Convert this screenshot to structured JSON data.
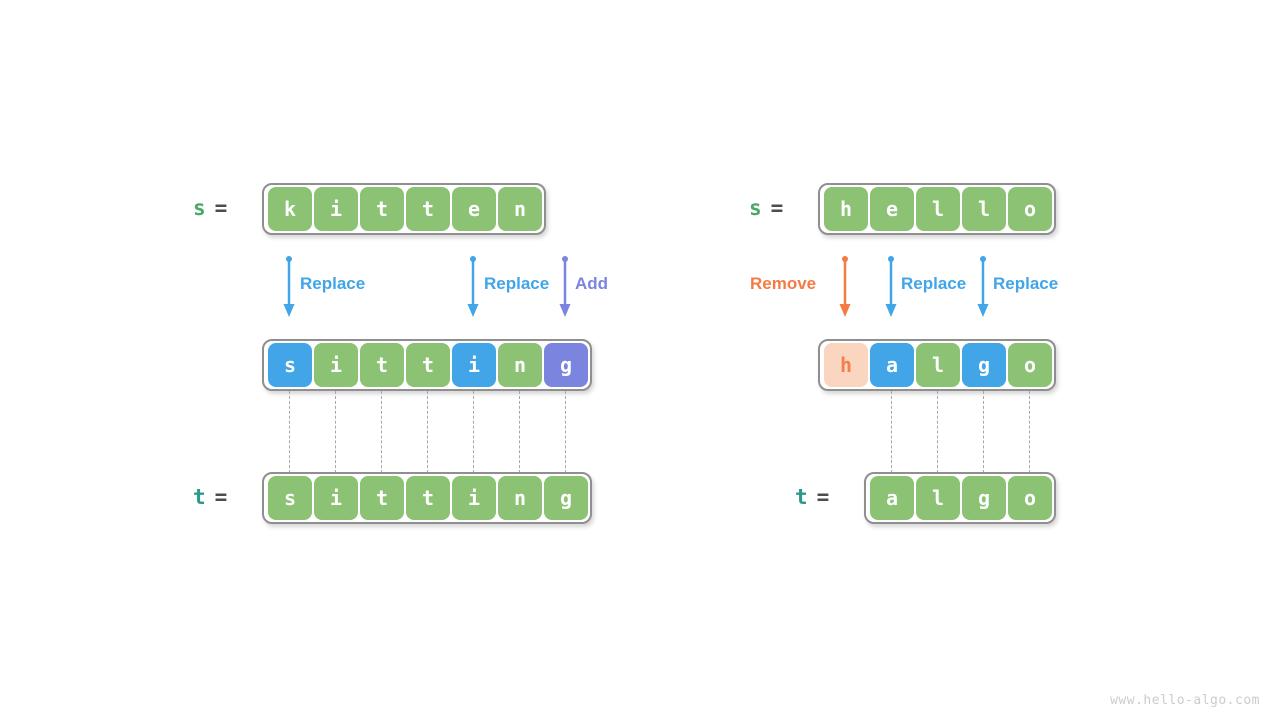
{
  "watermark": "www.hello-algo.com",
  "colors": {
    "green": "#8cc273",
    "blue": "#41a5e8",
    "purple": "#7b85e0",
    "peach_bg": "#fad5c0",
    "peach_fg": "#f08050",
    "replace_label": "#41a5e8",
    "add_label": "#7b85e0",
    "remove_label": "#f47b45",
    "s_label": "#4ca867",
    "t_label": "#2c9a8a",
    "equals": "#4d4d4d",
    "border": "#8f8f8f",
    "dash": "#a8a8a8"
  },
  "equals_sign": "=",
  "examples": [
    {
      "id": "kitten-sitting",
      "source": {
        "label": "s",
        "cells": [
          {
            "char": "k",
            "style": "green"
          },
          {
            "char": "i",
            "style": "green"
          },
          {
            "char": "t",
            "style": "green"
          },
          {
            "char": "t",
            "style": "green"
          },
          {
            "char": "e",
            "style": "green"
          },
          {
            "char": "n",
            "style": "green"
          }
        ]
      },
      "intermediate": {
        "cells": [
          {
            "char": "s",
            "style": "blue"
          },
          {
            "char": "i",
            "style": "green"
          },
          {
            "char": "t",
            "style": "green"
          },
          {
            "char": "t",
            "style": "green"
          },
          {
            "char": "i",
            "style": "blue"
          },
          {
            "char": "n",
            "style": "green"
          },
          {
            "char": "g",
            "style": "purple"
          }
        ]
      },
      "target": {
        "label": "t",
        "cells": [
          {
            "char": "s",
            "style": "green"
          },
          {
            "char": "i",
            "style": "green"
          },
          {
            "char": "t",
            "style": "green"
          },
          {
            "char": "t",
            "style": "green"
          },
          {
            "char": "i",
            "style": "green"
          },
          {
            "char": "n",
            "style": "green"
          },
          {
            "char": "g",
            "style": "green"
          }
        ]
      },
      "operations": [
        {
          "label": "Replace",
          "kind": "replace",
          "cell_index": 0,
          "label_side": "right"
        },
        {
          "label": "Replace",
          "kind": "replace",
          "cell_index": 4,
          "label_side": "right"
        },
        {
          "label": "Add",
          "kind": "add",
          "cell_index": 6,
          "label_side": "right"
        }
      ]
    },
    {
      "id": "hello-algo",
      "source": {
        "label": "s",
        "cells": [
          {
            "char": "h",
            "style": "green"
          },
          {
            "char": "e",
            "style": "green"
          },
          {
            "char": "l",
            "style": "green"
          },
          {
            "char": "l",
            "style": "green"
          },
          {
            "char": "o",
            "style": "green"
          }
        ]
      },
      "intermediate": {
        "cells": [
          {
            "char": "h",
            "style": "peach"
          },
          {
            "char": "a",
            "style": "blue"
          },
          {
            "char": "l",
            "style": "green"
          },
          {
            "char": "g",
            "style": "blue"
          },
          {
            "char": "o",
            "style": "green"
          }
        ]
      },
      "target": {
        "label": "t",
        "cells": [
          {
            "char": "a",
            "style": "green"
          },
          {
            "char": "l",
            "style": "green"
          },
          {
            "char": "g",
            "style": "green"
          },
          {
            "char": "o",
            "style": "green"
          }
        ]
      },
      "operations": [
        {
          "label": "Remove",
          "kind": "remove",
          "cell_index": 0,
          "label_side": "left"
        },
        {
          "label": "Replace",
          "kind": "replace",
          "cell_index": 1,
          "label_side": "right"
        },
        {
          "label": "Replace",
          "kind": "replace",
          "cell_index": 3,
          "label_side": "right"
        }
      ]
    }
  ]
}
